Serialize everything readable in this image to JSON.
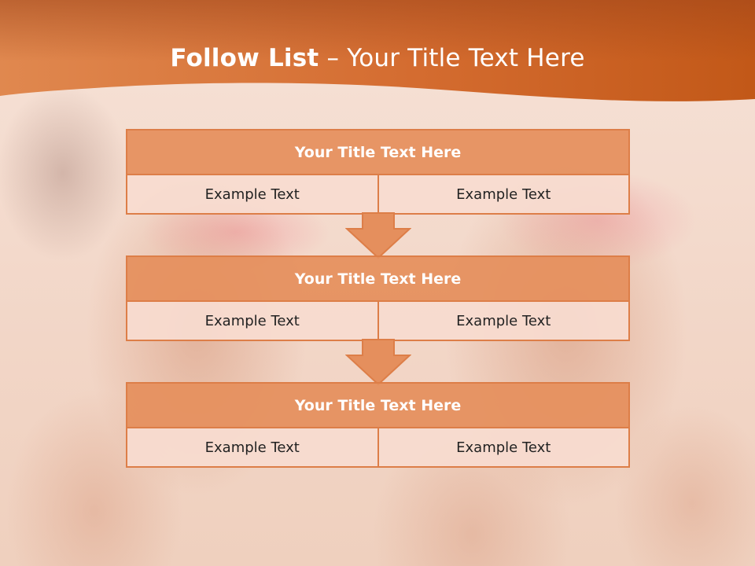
{
  "slide": {
    "title_bold": "Follow List",
    "title_rest": " – Your Title Text Here"
  },
  "colors": {
    "header_band": "#d2692c",
    "box_head": "#e58f5d",
    "box_border": "#dd7e48",
    "box_cell": "#f7dcd0",
    "arrow": "#e58f5d"
  },
  "steps": [
    {
      "title": "Your Title Text Here",
      "left": "Example Text",
      "right": "Example Text"
    },
    {
      "title": "Your Title Text Here",
      "left": "Example Text",
      "right": "Example Text"
    },
    {
      "title": "Your Title Text Here",
      "left": "Example Text",
      "right": "Example Text"
    }
  ],
  "icons": {
    "connector": "down-arrow-icon"
  }
}
